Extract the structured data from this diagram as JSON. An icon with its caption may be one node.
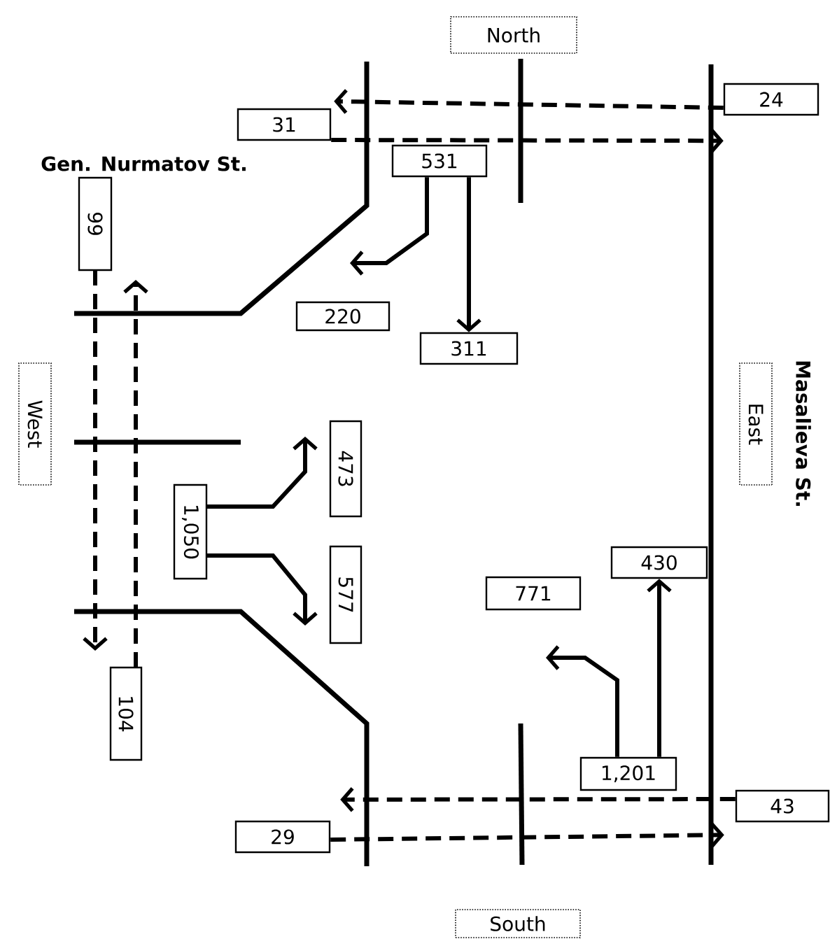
{
  "diagram": {
    "nodes": [
      {
        "text": [
          "North"
        ]
      },
      {
        "text": [
          "24"
        ]
      },
      {
        "text": [
          "31"
        ]
      },
      {
        "text": [
          "531"
        ]
      },
      {
        "text": [
          "99"
        ]
      },
      {
        "text": [
          "220"
        ]
      },
      {
        "text": [
          "311"
        ]
      },
      {
        "text": [
          "West"
        ]
      },
      {
        "text": [
          "East"
        ]
      },
      {
        "text": [
          "473"
        ]
      },
      {
        "text": [
          "1,050"
        ]
      },
      {
        "text": [
          "577"
        ]
      },
      {
        "text": [
          "430"
        ]
      },
      {
        "text": [
          "771"
        ]
      },
      {
        "text": [
          "104"
        ]
      },
      {
        "text": [
          "1,201"
        ]
      },
      {
        "text": [
          "43"
        ]
      },
      {
        "text": [
          "29"
        ]
      },
      {
        "text": [
          "South"
        ]
      }
    ],
    "edges": [
      {
        "from": 1,
        "to": 2,
        "arrow": "to",
        "style": "dashed"
      },
      {
        "from": 2,
        "to": 1,
        "arrow": "to",
        "style": "dashed"
      },
      {
        "from": 3,
        "to": 5,
        "arrow": "to"
      },
      {
        "from": 3,
        "to": 6,
        "arrow": "to"
      },
      {
        "from": 10,
        "to": 9,
        "arrow": "to"
      },
      {
        "from": 10,
        "to": 11,
        "arrow": "to"
      },
      {
        "from": 15,
        "to": 13,
        "arrow": "to"
      },
      {
        "from": 15,
        "to": 12,
        "arrow": "to"
      },
      {
        "from": 16,
        "to": 17,
        "arrow": "to",
        "style": "dashed"
      },
      {
        "from": 17,
        "to": 16,
        "arrow": "to",
        "style": "dashed"
      },
      {
        "from": 4,
        "to": null,
        "arrow": "to",
        "style": "dashed"
      },
      {
        "from": 14,
        "to": null,
        "arrow": "to",
        "style": "dashed"
      }
    ],
    "labels": [
      "Gen. Nurmatov St.",
      "Masalieva St."
    ]
  }
}
